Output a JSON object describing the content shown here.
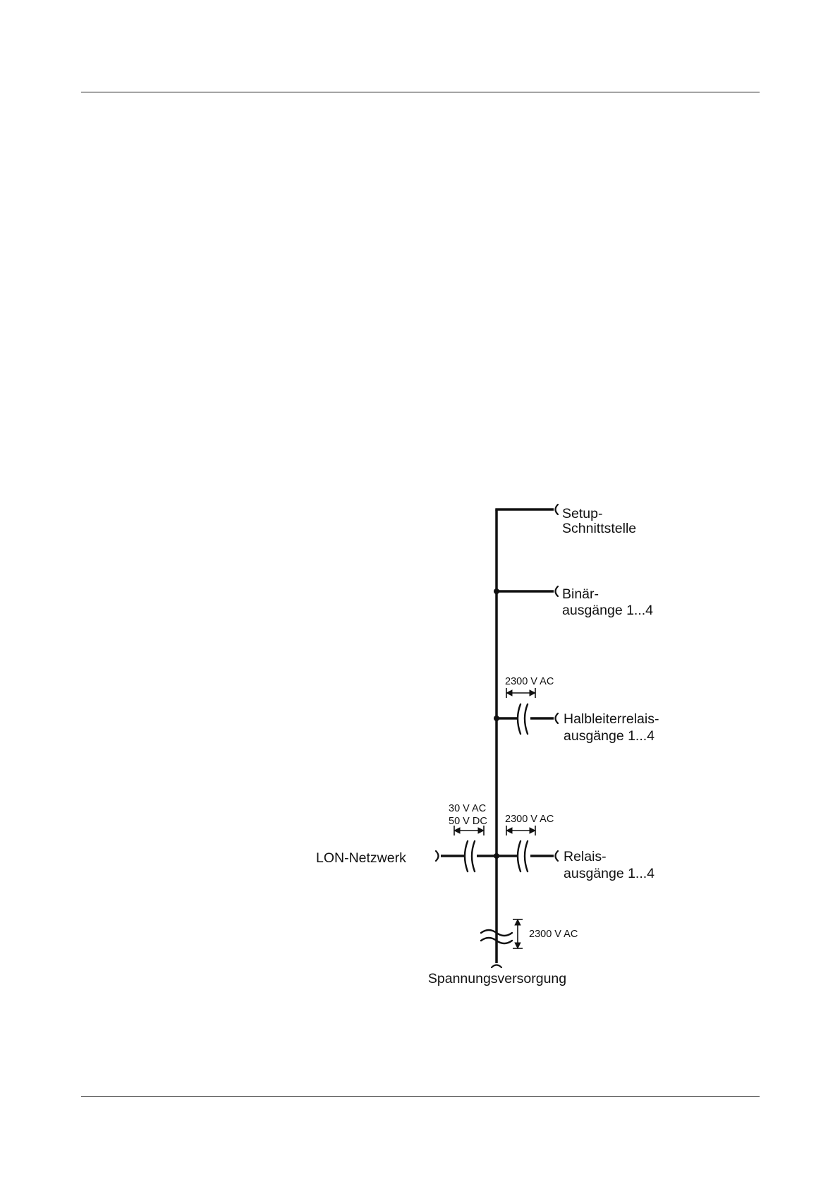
{
  "diagram": {
    "labels": {
      "setup_line1": "Setup-",
      "setup_line2": "Schnittstelle",
      "binaer_line1": "Binär-",
      "binaer_line2": "ausgänge 1...4",
      "halbleiter_line1": "Halbleiterrelais-",
      "halbleiter_line2": "ausgänge 1...4",
      "relais_line1": "Relais-",
      "relais_line2": "ausgänge 1...4",
      "lon": "LON-Netzwerk",
      "spannung": "Spannungsversorgung"
    },
    "isolation": {
      "halbleiter": "2300 V AC",
      "relais": "2300 V AC",
      "lon_ac": "30 V AC",
      "lon_dc": "50 V DC",
      "supply": "2300 V AC"
    }
  }
}
